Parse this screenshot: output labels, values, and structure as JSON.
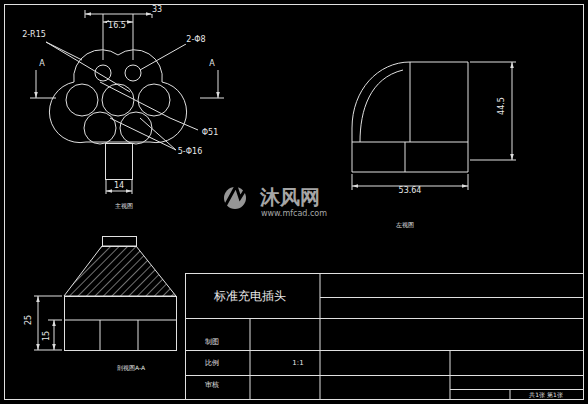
{
  "diagram": {
    "labels": [
      "16.5",
      "33",
      "2-R15",
      "2-Φ8",
      "A",
      "A",
      "Φ51",
      "5-Φ16",
      "14",
      "主视图",
      "44.5",
      "53.64",
      "左视图",
      "25",
      "15",
      "剖视图A-A",
      "标准充电插头",
      "制图",
      "比例",
      "1:1",
      "审核",
      "共1张 第1张",
      "沐风网",
      "www.mfcad.com"
    ]
  }
}
